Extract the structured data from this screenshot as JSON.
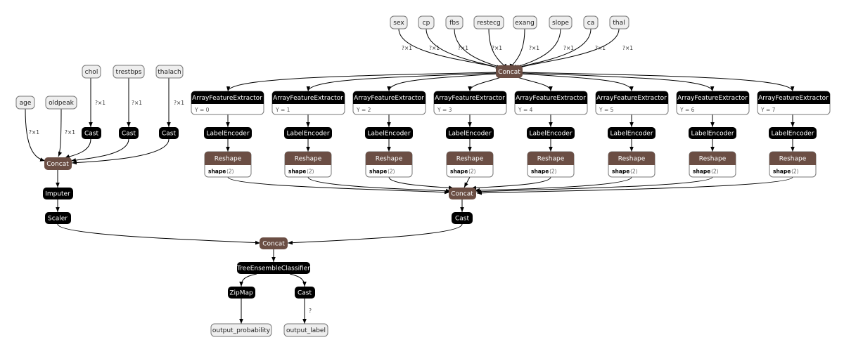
{
  "colors": {
    "op_black": "#000000",
    "op_brown": "#6b4e44",
    "io_fill": "#eeeeee",
    "io_stroke": "#777777",
    "edge": "#000000"
  },
  "inputs": {
    "sex": "sex",
    "cp": "cp",
    "fbs": "fbs",
    "restecg": "restecg",
    "exang": "exang",
    "slope": "slope",
    "ca": "ca",
    "thal": "thal",
    "chol": "chol",
    "trestbps": "trestbps",
    "thalach": "thalach",
    "age": "age",
    "oldpeak": "oldpeak"
  },
  "outputs": {
    "prob": "output_probability",
    "label": "output_label"
  },
  "ops": {
    "concat": "Concat",
    "cast": "Cast",
    "imputer": "Imputer",
    "scaler": "Scaler",
    "array_feature_extractor": "ArrayFeatureExtractor",
    "label_encoder": "LabelEncoder",
    "reshape": "Reshape",
    "tree_ensemble": "TreeEnsembleClassifier",
    "zipmap": "ZipMap"
  },
  "afe_attrs": [
    "Y = 0",
    "Y = 1",
    "Y = 2",
    "Y = 3",
    "Y = 4",
    "Y = 5",
    "Y = 6",
    "Y = 7"
  ],
  "reshape_attr": {
    "key": "shape",
    "value": "⟨2⟩"
  },
  "edge_labels": {
    "shape_qx1": "?×1",
    "unknown": "?"
  }
}
